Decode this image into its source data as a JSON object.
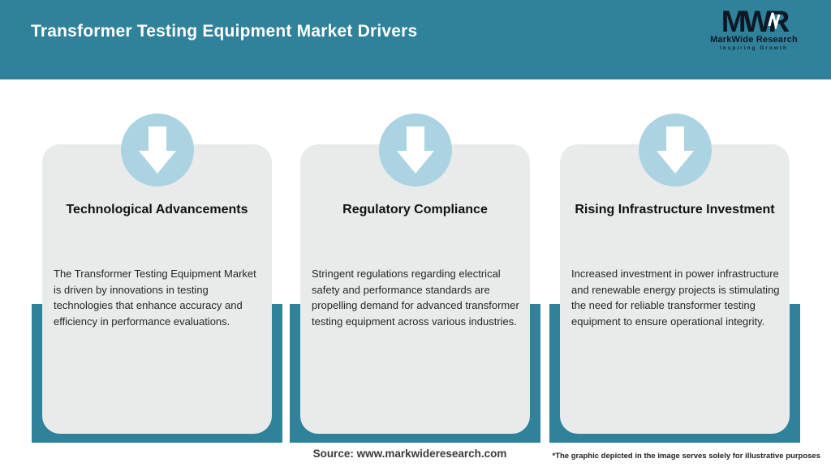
{
  "colors": {
    "header_teal": "#30819A",
    "card_gray": "#E9EBEB",
    "circle_blue": "#ABD3E2",
    "title_white": "#FFFFFF",
    "text_dark": "#262626",
    "logo_dark": "#0D1826"
  },
  "header": {
    "title": "Transformer Testing Equipment Market Drivers"
  },
  "logo": {
    "monogram": "MWR",
    "name": "MarkWide Research",
    "tagline": "Inspiring Growth"
  },
  "cards": [
    {
      "icon": "arrow-down-icon",
      "title": "Technological Advancements",
      "description": "The Transformer Testing Equipment Market is driven by innovations in testing technologies that enhance accuracy and efficiency in performance evaluations."
    },
    {
      "icon": "arrow-down-icon",
      "title": "Regulatory Compliance",
      "description": "Stringent regulations regarding electrical safety and performance standards are propelling demand for advanced transformer testing equipment across various industries."
    },
    {
      "icon": "arrow-down-icon",
      "title": "Rising Infrastructure Investment",
      "description": "Increased investment in power infrastructure and renewable energy projects is stimulating the need for reliable transformer testing equipment to ensure operational integrity."
    }
  ],
  "footer": {
    "source": "Source: www.markwideresearch.com",
    "disclaimer": "*The graphic depicted in the image serves solely for illustrative purposes"
  }
}
